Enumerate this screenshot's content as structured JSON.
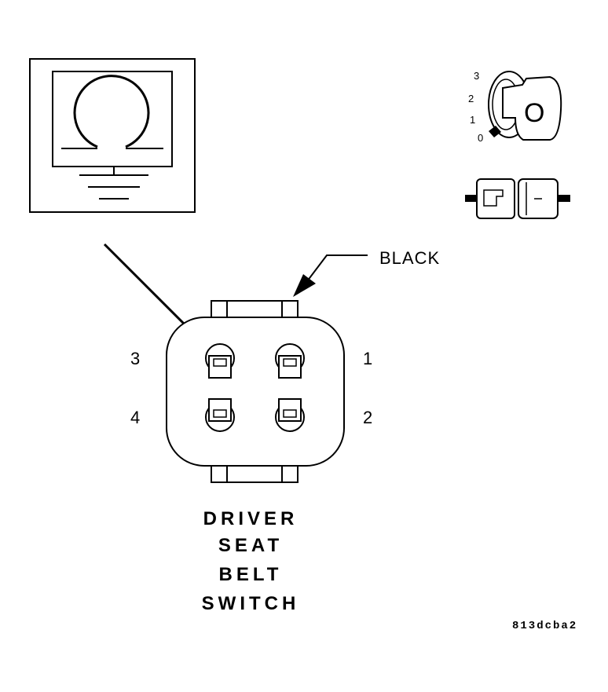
{
  "connector": {
    "wire_color_label": "BLACK",
    "pins": [
      {
        "number": "3",
        "label": "3"
      },
      {
        "number": "1",
        "label": "1"
      },
      {
        "number": "4",
        "label": "4"
      },
      {
        "number": "2",
        "label": "2"
      }
    ],
    "probed_pin": "3"
  },
  "meter": {
    "symbol": "ohm-icon",
    "mode": "resistance"
  },
  "ignition": {
    "positions": [
      "3",
      "2",
      "1",
      "0"
    ],
    "selected_position": "0",
    "key_label": "O"
  },
  "title": {
    "lines": [
      "DRIVER",
      "SEAT",
      "BELT",
      "SWITCH"
    ]
  },
  "figure_code": "813dcba2",
  "icons": [
    "ohm-icon",
    "ground-icon",
    "ignition-key-icon",
    "disconnected-connector-icon"
  ]
}
